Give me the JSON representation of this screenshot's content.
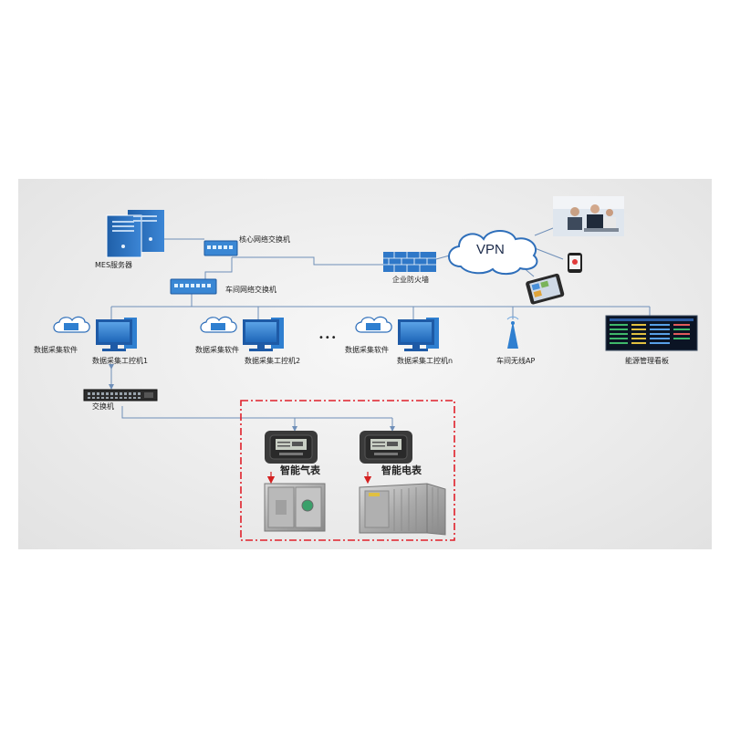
{
  "labels": {
    "mes_server": "MES服务器",
    "core_switch": "核心网络交换机",
    "workshop_switch": "车间网络交换机",
    "firewall": "企业防火墙",
    "vpn": "VPN",
    "daq_software_1": "数据采集软件",
    "ipc_1": "数据采集工控机1",
    "daq_software_2": "数据采集软件",
    "ipc_2": "数据采集工控机2",
    "ellipsis": "•••",
    "daq_software_n": "数据采集软件",
    "ipc_n": "数据采集工控机n",
    "wireless_ap": "车间无线AP",
    "energy_board": "能源管理看板",
    "switch": "交换机",
    "gas_meter": "智能气表",
    "power_meter": "智能电表"
  },
  "colors": {
    "line": "#6f8fb8",
    "monitor_blue": "#2f7fd0",
    "dash_red": "#e0202a",
    "meter_red_arrow": "#d42020"
  }
}
